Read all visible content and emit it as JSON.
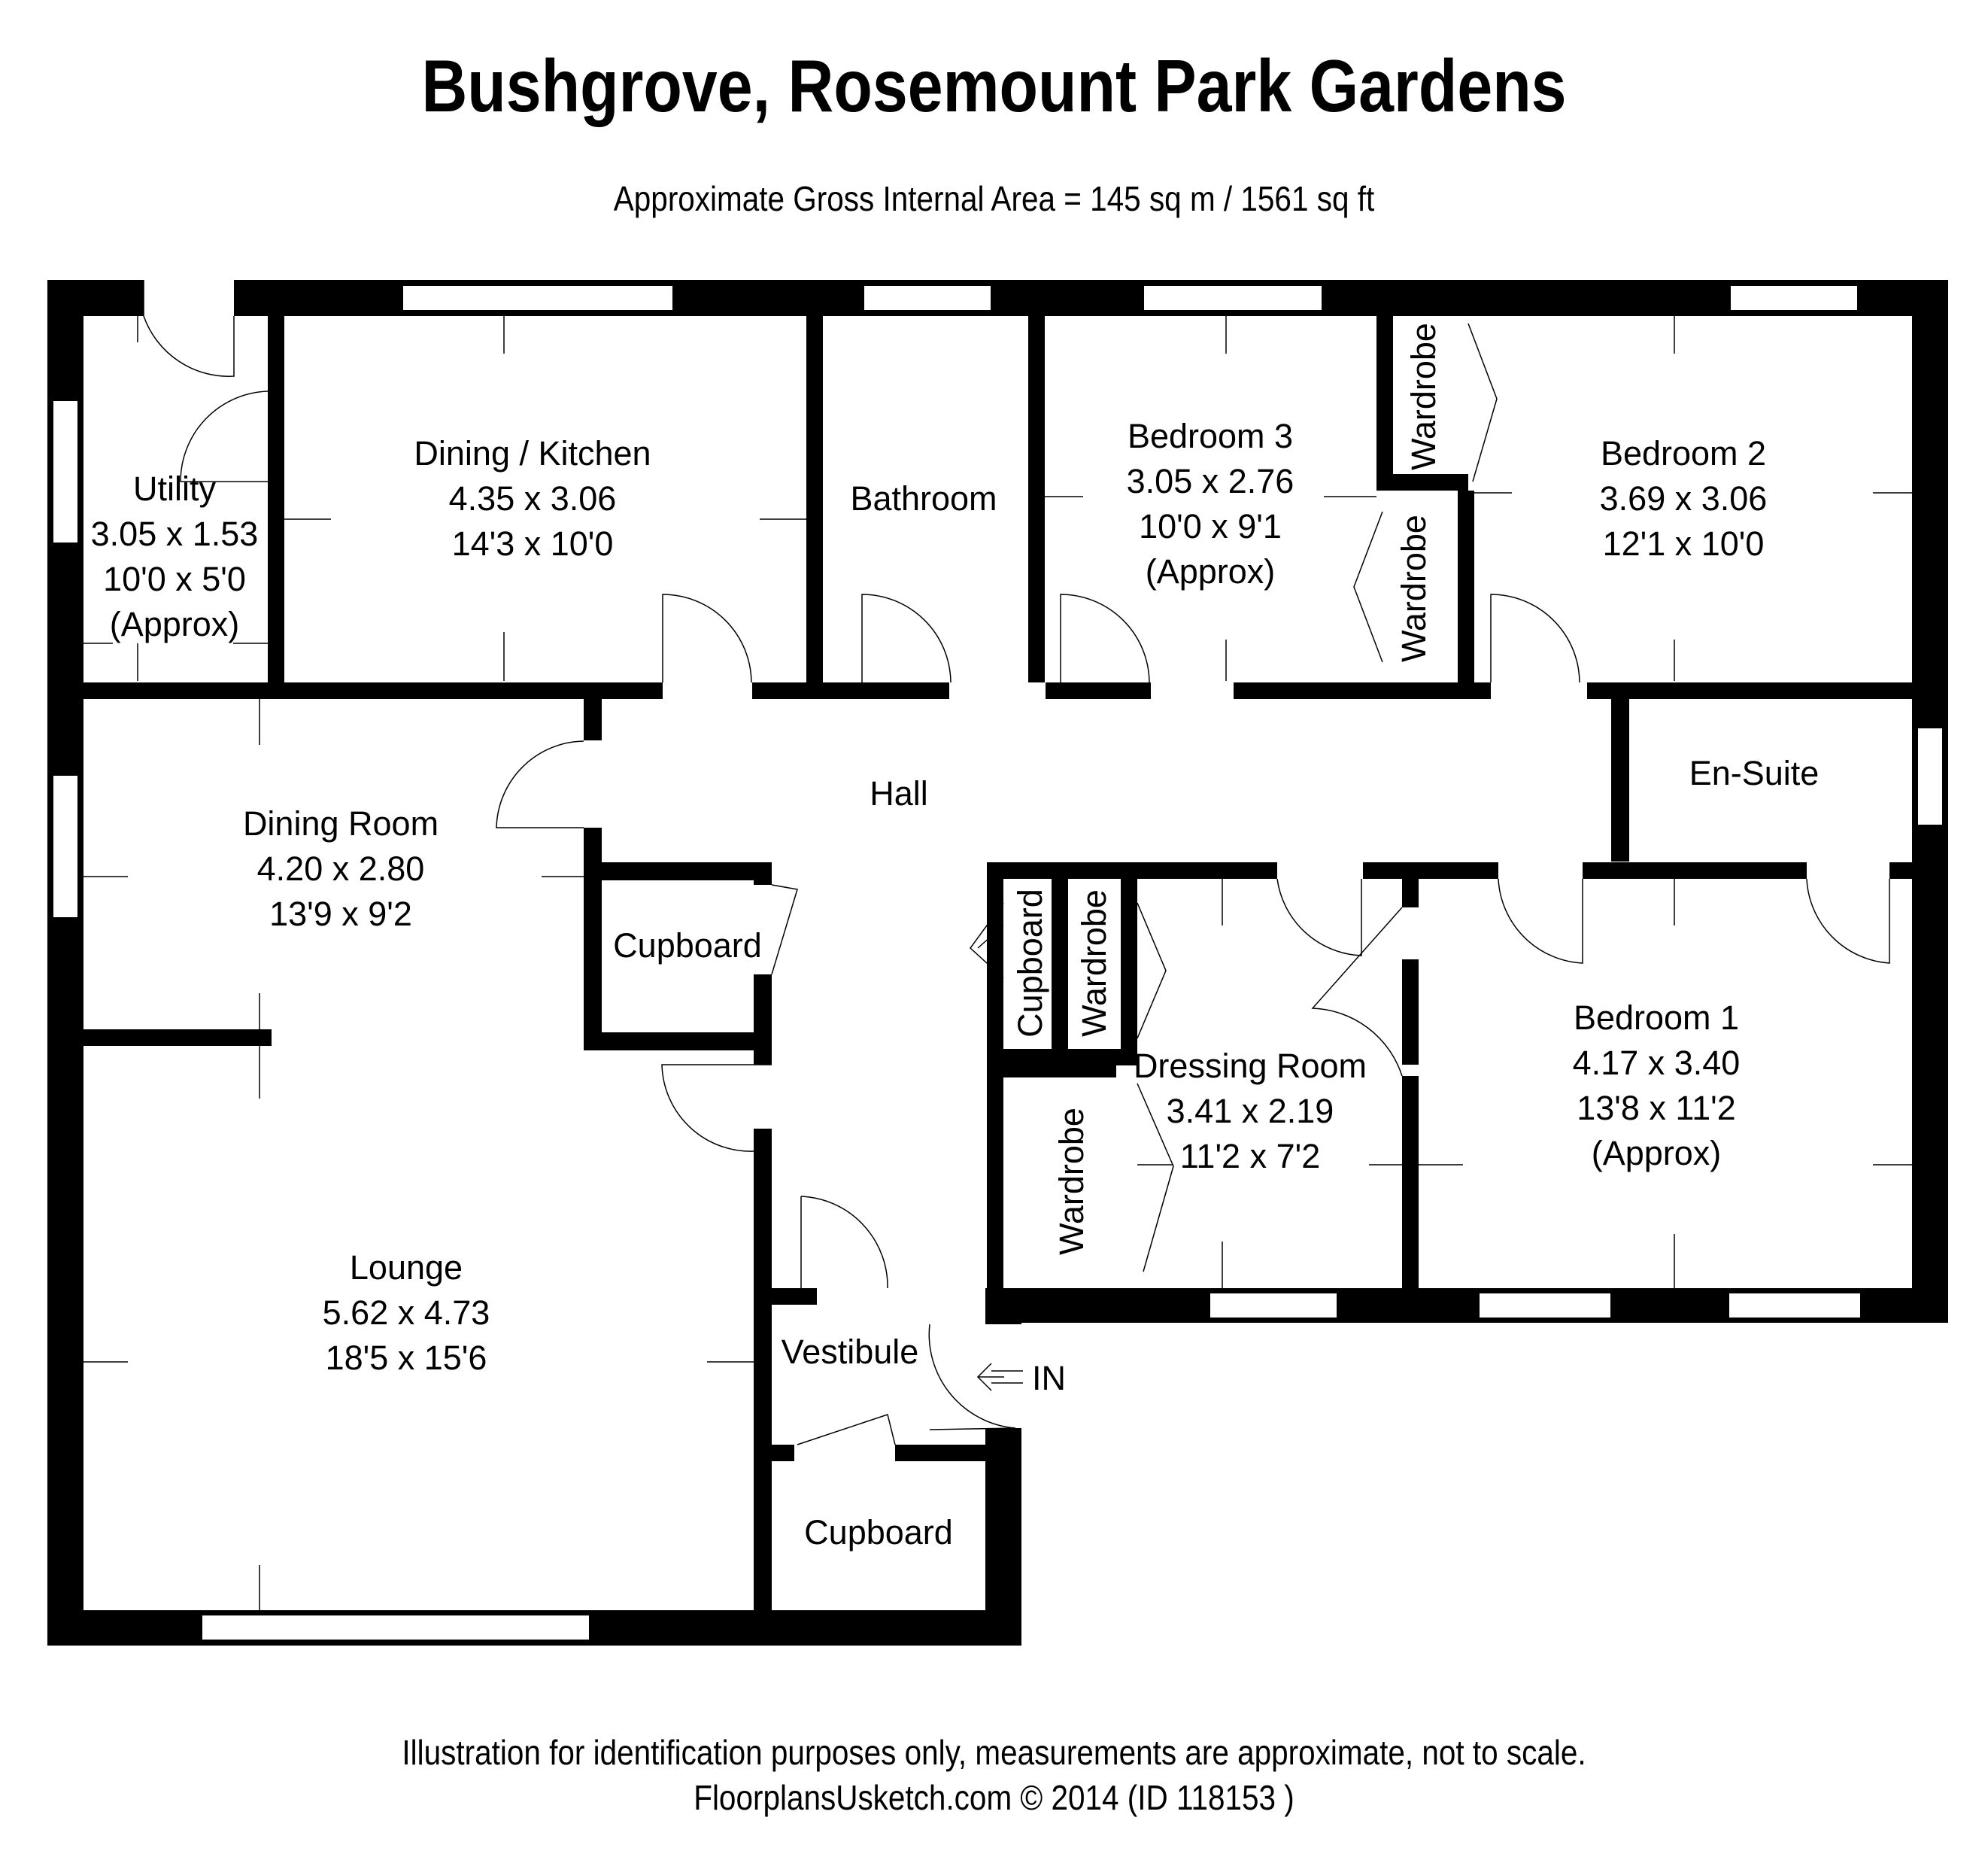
{
  "title": "Bushgrove, Rosemount Park Gardens",
  "subtitle": "Approximate Gross Internal Area = 145 sq m / 1561 sq ft",
  "rooms": {
    "utility": {
      "name": "Utility",
      "metric": "3.05 x 1.53",
      "imperial": "10'0 x 5'0",
      "note": "(Approx)"
    },
    "dining_kitchen": {
      "name": "Dining / Kitchen",
      "metric": "4.35 x 3.06",
      "imperial": "14'3 x 10'0"
    },
    "bathroom": {
      "name": "Bathroom"
    },
    "bedroom3": {
      "name": "Bedroom 3",
      "metric": "3.05 x 2.76",
      "imperial": "10'0 x 9'1",
      "note": "(Approx)"
    },
    "bedroom2": {
      "name": "Bedroom 2",
      "metric": "3.69 x 3.06",
      "imperial": "12'1 x 10'0"
    },
    "hall": {
      "name": "Hall"
    },
    "en_suite": {
      "name": "En-Suite"
    },
    "dining_room": {
      "name": "Dining Room",
      "metric": "4.20 x 2.80",
      "imperial": "13'9 x 9'2"
    },
    "cupboard_hall": {
      "name": "Cupboard"
    },
    "cupboard_dressing": {
      "name": "Cupboard"
    },
    "dressing_room": {
      "name": "Dressing Room",
      "metric": "3.41 x 2.19",
      "imperial": "11'2 x 7'2"
    },
    "bedroom1": {
      "name": "Bedroom 1",
      "metric": "4.17 x 3.40",
      "imperial": "13'8 x 11'2",
      "note": "(Approx)"
    },
    "lounge": {
      "name": "Lounge",
      "metric": "5.62 x 4.73",
      "imperial": "18'5 x 15'6"
    },
    "vestibule": {
      "name": "Vestibule"
    },
    "cupboard_vestibule": {
      "name": "Cupboard"
    }
  },
  "wardrobes": {
    "bedroom2_a": "Wardrobe",
    "bedroom2_b": "Wardrobe",
    "dressing_a": "Wardrobe",
    "dressing_b": "Wardrobe"
  },
  "entrance_label": "IN",
  "footer": {
    "disclaimer": "Illustration for identification purposes only, measurements are approximate, not to scale.",
    "credit": "FloorplansUsketch.com © 2014 (ID 118153 )"
  },
  "colors": {
    "wall": "#000000",
    "background": "#ffffff"
  }
}
